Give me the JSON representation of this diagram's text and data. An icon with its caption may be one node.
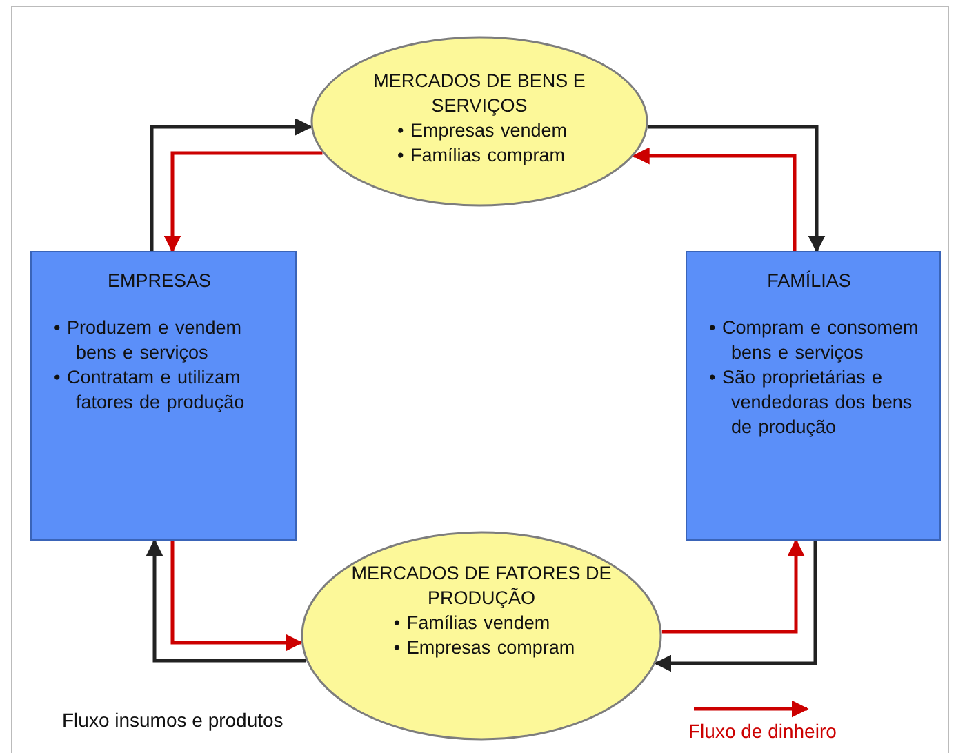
{
  "diagram": {
    "nodes": [
      {
        "text": [
          "MERCADOS DE BENS E SERVIÇOS",
          "• Empresas vendem",
          "• Famílias compram"
        ]
      },
      {
        "text": [
          "EMPRESAS",
          "• Produzem e vendem bens e serviços",
          "• Contratam e utilizam fatores de produção"
        ]
      },
      {
        "text": [
          "FAMÍLIAS",
          "• Compram e consomem bens e serviços",
          "• São proprietárias e vendedoras dos bens de produção"
        ]
      },
      {
        "text": [
          "MERCADOS DE FATORES DE PRODUÇÃO",
          "• Famílias vendem",
          "• Empresas compram"
        ]
      }
    ],
    "edges": [
      {
        "from": 1,
        "to": 0,
        "arrow": "to"
      },
      {
        "from": 0,
        "to": 2,
        "arrow": "to"
      },
      {
        "from": 2,
        "to": 3,
        "arrow": "to"
      },
      {
        "from": 3,
        "to": 1,
        "arrow": "to"
      },
      {
        "from": 0,
        "to": 1,
        "arrow": "to",
        "color": "#cc0000"
      },
      {
        "from": 2,
        "to": 0,
        "arrow": "to",
        "color": "#cc0000"
      },
      {
        "from": 1,
        "to": 3,
        "arrow": "to",
        "color": "#cc0000"
      },
      {
        "from": 3,
        "to": 2,
        "arrow": "to",
        "color": "#cc0000"
      }
    ],
    "legend": [
      {
        "text": "Fluxo insumos e produtos"
      },
      {
        "text": "Fluxo de dinheiro",
        "color": "#cc0000"
      }
    ]
  }
}
